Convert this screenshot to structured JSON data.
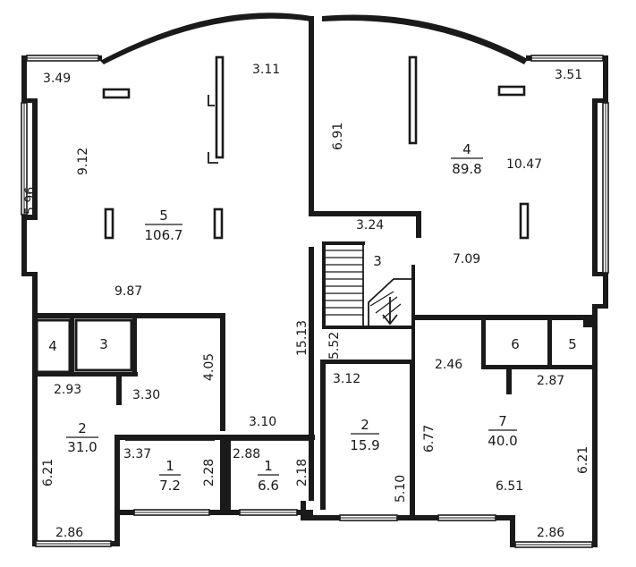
{
  "rooms": [
    {
      "num": "5",
      "area": "106.7"
    },
    {
      "num": "4",
      "area": "89.8"
    },
    {
      "num": "3"
    },
    {
      "num": "2",
      "area": "31.0"
    },
    {
      "num": "1",
      "area": "7.2"
    },
    {
      "num": "1",
      "area": "6.6"
    },
    {
      "num": "2",
      "area": "15.9"
    },
    {
      "num": "7",
      "area": "40.0"
    },
    {
      "num": "4"
    },
    {
      "num": "3"
    },
    {
      "num": "6"
    },
    {
      "num": "5"
    }
  ],
  "dimensions": [
    "3.49",
    "3.11",
    "3.51",
    "9.12",
    "6.91",
    "10.47",
    "5.96",
    "3.24",
    "9.87",
    "7.09",
    "15.13",
    "5.52",
    "4.05",
    "2.93",
    "3.30",
    "3.12",
    "2.46",
    "2.87",
    "3.10",
    "3.37",
    "2.28",
    "2.88",
    "2.18",
    "6.21",
    "6.77",
    "5.10",
    "6.51",
    "6.21",
    "2.86",
    "2.86"
  ]
}
